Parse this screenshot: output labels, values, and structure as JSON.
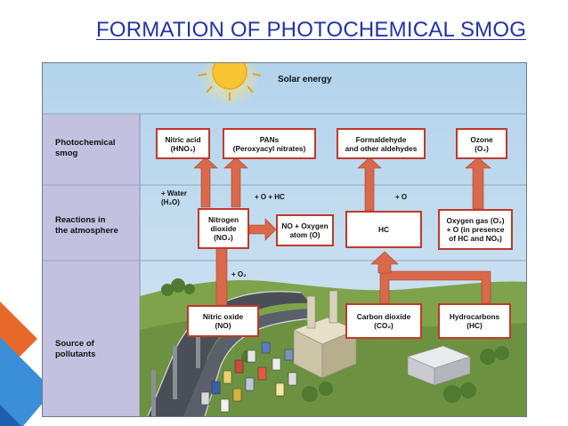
{
  "slide": {
    "title": "FORMATION OF PHOTOCHEMICAL SMOG"
  },
  "colors": {
    "title": "#2233a8",
    "accent_red": "#c0392b",
    "arrow_fill": "#d9694a",
    "sky": "#bcd6ea",
    "label_column": "#c4c1e0",
    "ground": "#7ea34b"
  },
  "diagram": {
    "sun_label": "Solar energy",
    "rows": {
      "smog": "Photochemical\nsmog",
      "reactions": "Reactions in\nthe atmosphere",
      "sources": "Source of\npollutants"
    },
    "boxes": {
      "nitric_acid": "Nitric acid\n(HNO₃)",
      "pans": "PANs\n(Peroxyacyl nitrates)",
      "formaldehyde": "Formaldehyde\nand other aldehydes",
      "ozone": "Ozone\n(O₃)",
      "nitrogen_dioxide": "Nitrogen\ndioxide\n(NO₂)",
      "no_oxygen": "NO + Oxygen\natom (O)",
      "hc": "HC",
      "oxygen_gas": "Oxygen gas (O₂)\n+ O (in presence\nof HC and NOₓ)",
      "nitric_oxide": "Nitric oxide\n(NO)",
      "carbon_dioxide": "Carbon dioxide\n(CO₂)",
      "hydrocarbons": "Hydrocarbons\n(HC)"
    },
    "notes": {
      "water": "+ Water\n(H₂O)",
      "o_hc": "+ O + HC",
      "o": "+ O",
      "o2": "+ O₂"
    }
  }
}
